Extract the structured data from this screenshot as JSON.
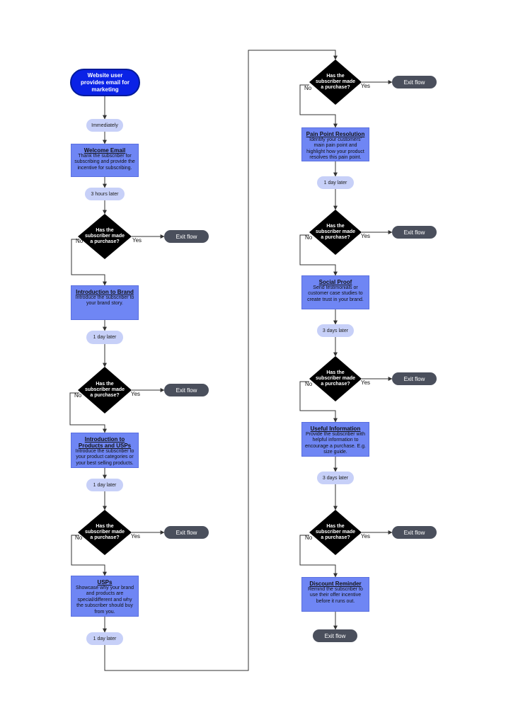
{
  "start": "Website user provides email for marketing",
  "question": "Has the subscriber made a purchase?",
  "yes": "Yes",
  "no": "No",
  "exit": "Exit flow",
  "delays": {
    "d1": "Immediately",
    "d2": "3 hours later",
    "d3": "1 day later",
    "d4": "1 day later",
    "d5": "1 day later",
    "d6": "1 day later",
    "d7": "3 days later",
    "d8": "3 days later"
  },
  "emails": {
    "welcome": {
      "title": "Welcome Email",
      "desc": "Thank the subscriber for subscribing and provide the incentive for subscribing."
    },
    "brand": {
      "title": "Introduction to Brand",
      "desc": "Introduce the subscriber to your brand story."
    },
    "products": {
      "title": "Introduction to Products and USPs",
      "desc": "Introduce the subscriber to your product categories or your best selling products."
    },
    "usps": {
      "title": "USPs",
      "desc": "Showcase why your brand and products are special/different and why the subscriber should buy from you."
    },
    "pain": {
      "title": "Pain Point Resolution",
      "desc": "Identify your customers' main pain point and highlight how your product resolves this pain point."
    },
    "social": {
      "title": "Social Proof",
      "desc": "Send testimonials or customer case studies to create trust in your brand."
    },
    "useful": {
      "title": "Useful Information",
      "desc": "Provide the subscriber with helpful information to encourage a purchase. E.g. size guide."
    },
    "discount": {
      "title": "Discount Reminder",
      "desc": "Remind the subscriber to use their offer incentive before it runs out."
    }
  }
}
